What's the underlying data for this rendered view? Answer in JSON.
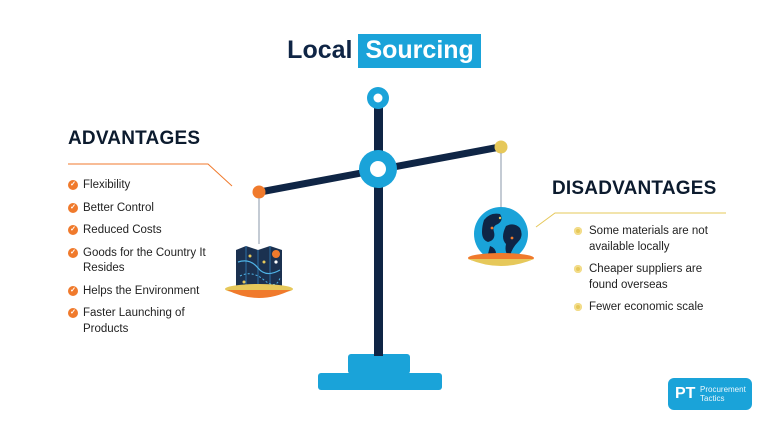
{
  "title": {
    "part1": "Local",
    "part2": "Sourcing"
  },
  "advantages": {
    "heading": "ADVANTAGES",
    "items": [
      "Flexibility",
      "Better Control",
      "Reduced Costs",
      "Goods for the Country It Resides",
      "Helps the Environment",
      "Faster Launching of Products"
    ]
  },
  "disadvantages": {
    "heading": "DISADVANTAGES",
    "items": [
      "Some materials are not available locally",
      "Cheaper suppliers are found overseas",
      "Fewer economic scale"
    ]
  },
  "logo": {
    "mark": "PT",
    "line1": "Procurement",
    "line2": "Tactics"
  },
  "colors": {
    "accent": "#1aa3d9",
    "navy": "#0f2545",
    "orange": "#f07a2c",
    "gold": "#e6c85a"
  },
  "icons": {
    "left_pan": "map-icon",
    "right_pan": "globe-icon"
  }
}
